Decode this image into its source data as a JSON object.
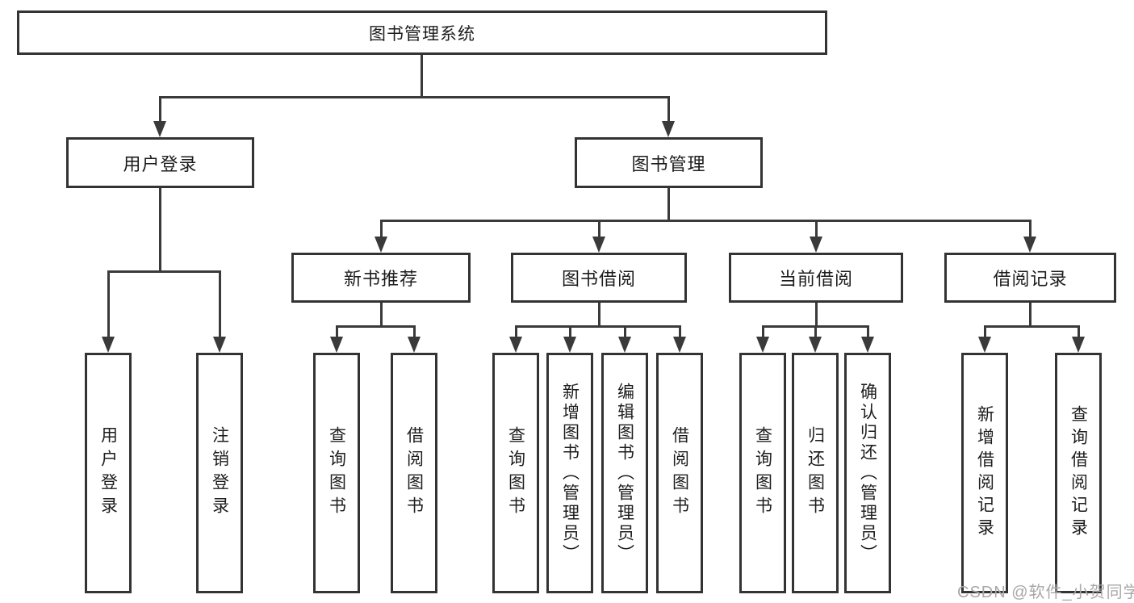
{
  "tree": {
    "root": {
      "label": "图书管理系统",
      "children": [
        {
          "label": "用户登录",
          "children": [
            {
              "label": "用户登录"
            },
            {
              "label": "注销登录"
            }
          ]
        },
        {
          "label": "图书管理",
          "children": [
            {
              "label": "新书推荐",
              "children": [
                {
                  "label": "查询图书"
                },
                {
                  "label": "借阅图书"
                }
              ]
            },
            {
              "label": "图书借阅",
              "children": [
                {
                  "label": "查询图书"
                },
                {
                  "label": "新增图书（管理员）"
                },
                {
                  "label": "编辑图书（管理员）"
                },
                {
                  "label": "借阅图书"
                }
              ]
            },
            {
              "label": "当前借阅",
              "children": [
                {
                  "label": "查询图书"
                },
                {
                  "label": "归还图书"
                },
                {
                  "label": "确认归还（管理员）"
                }
              ]
            },
            {
              "label": "借阅记录",
              "children": [
                {
                  "label": "新增借阅记录"
                },
                {
                  "label": "查询借阅记录"
                }
              ]
            }
          ]
        }
      ]
    }
  },
  "colors": {
    "box_border": "#333333",
    "connector": "#3a3a3a",
    "text": "#1d1d1d",
    "watermark": "#a8a8a8"
  },
  "watermark": {
    "text": "CSDN @软件_小贺同学"
  }
}
